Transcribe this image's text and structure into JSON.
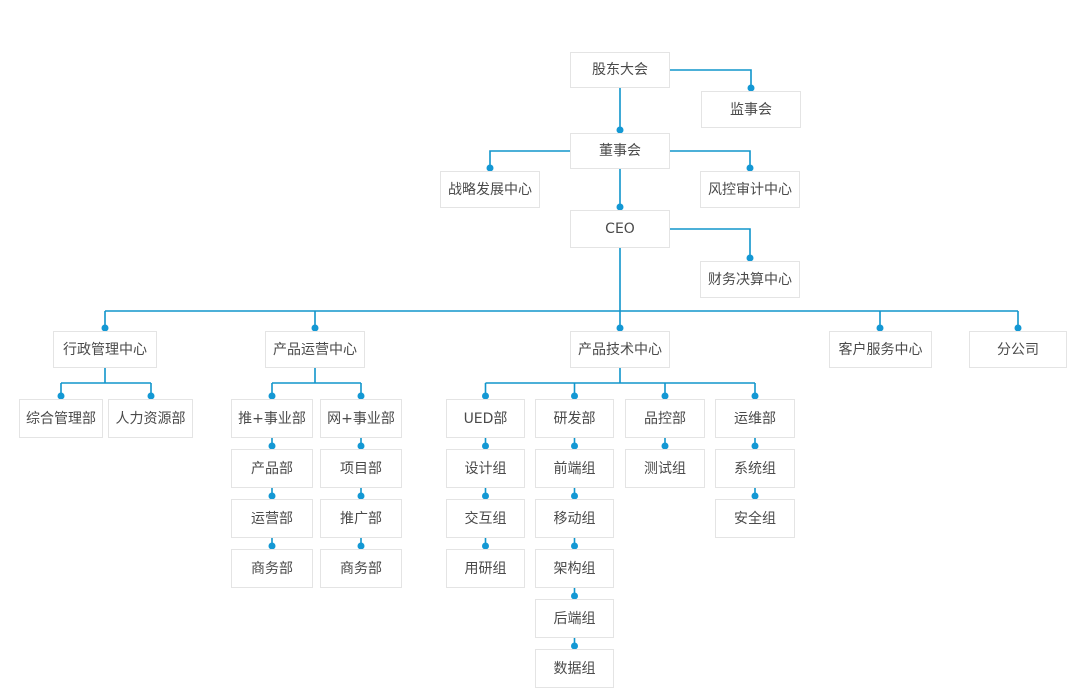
{
  "diagram": {
    "type": "org-chart",
    "root_label": "股东大会"
  },
  "colors": {
    "connector_line": "#1095cb",
    "connector_dot": "#1398d4",
    "node_border": "#e4e4e4",
    "node_text": "#4a4a4a",
    "background": "#ffffff"
  },
  "nodes": [
    {
      "label": "股东大会",
      "parent": null
    },
    {
      "label": "监事会",
      "parent": "股东大会"
    },
    {
      "label": "董事会",
      "parent": "股东大会"
    },
    {
      "label": "战略发展中心",
      "parent": "董事会"
    },
    {
      "label": "风控审计中心",
      "parent": "董事会"
    },
    {
      "label": "CEO",
      "parent": "董事会"
    },
    {
      "label": "财务决算中心",
      "parent": "CEO"
    },
    {
      "label": "行政管理中心",
      "parent": "CEO"
    },
    {
      "label": "产品运营中心",
      "parent": "CEO"
    },
    {
      "label": "产品技术中心",
      "parent": "CEO"
    },
    {
      "label": "客户服务中心",
      "parent": "CEO"
    },
    {
      "label": "分公司",
      "parent": "CEO"
    },
    {
      "label": "综合管理部",
      "parent": "行政管理中心"
    },
    {
      "label": "人力资源部",
      "parent": "行政管理中心"
    },
    {
      "label": "推+事业部",
      "parent": "产品运营中心"
    },
    {
      "label": "网+事业部",
      "parent": "产品运营中心"
    },
    {
      "label": "产品部",
      "parent": "推+事业部"
    },
    {
      "label": "运营部",
      "parent": "产品部"
    },
    {
      "label": "商务部",
      "parent": "运营部"
    },
    {
      "label": "项目部",
      "parent": "网+事业部"
    },
    {
      "label": "推广部",
      "parent": "项目部"
    },
    {
      "label": "商务部",
      "parent": "推广部"
    },
    {
      "label": "UED部",
      "parent": "产品技术中心"
    },
    {
      "label": "设计组",
      "parent": "UED部"
    },
    {
      "label": "交互组",
      "parent": "设计组"
    },
    {
      "label": "用研组",
      "parent": "交互组"
    },
    {
      "label": "研发部",
      "parent": "产品技术中心"
    },
    {
      "label": "前端组",
      "parent": "研发部"
    },
    {
      "label": "移动组",
      "parent": "前端组"
    },
    {
      "label": "架构组",
      "parent": "移动组"
    },
    {
      "label": "后端组",
      "parent": "架构组"
    },
    {
      "label": "数据组",
      "parent": "后端组"
    },
    {
      "label": "品控部",
      "parent": "产品技术中心"
    },
    {
      "label": "测试组",
      "parent": "品控部"
    },
    {
      "label": "运维部",
      "parent": "产品技术中心"
    },
    {
      "label": "系统组",
      "parent": "运维部"
    },
    {
      "label": "安全组",
      "parent": "系统组"
    }
  ]
}
